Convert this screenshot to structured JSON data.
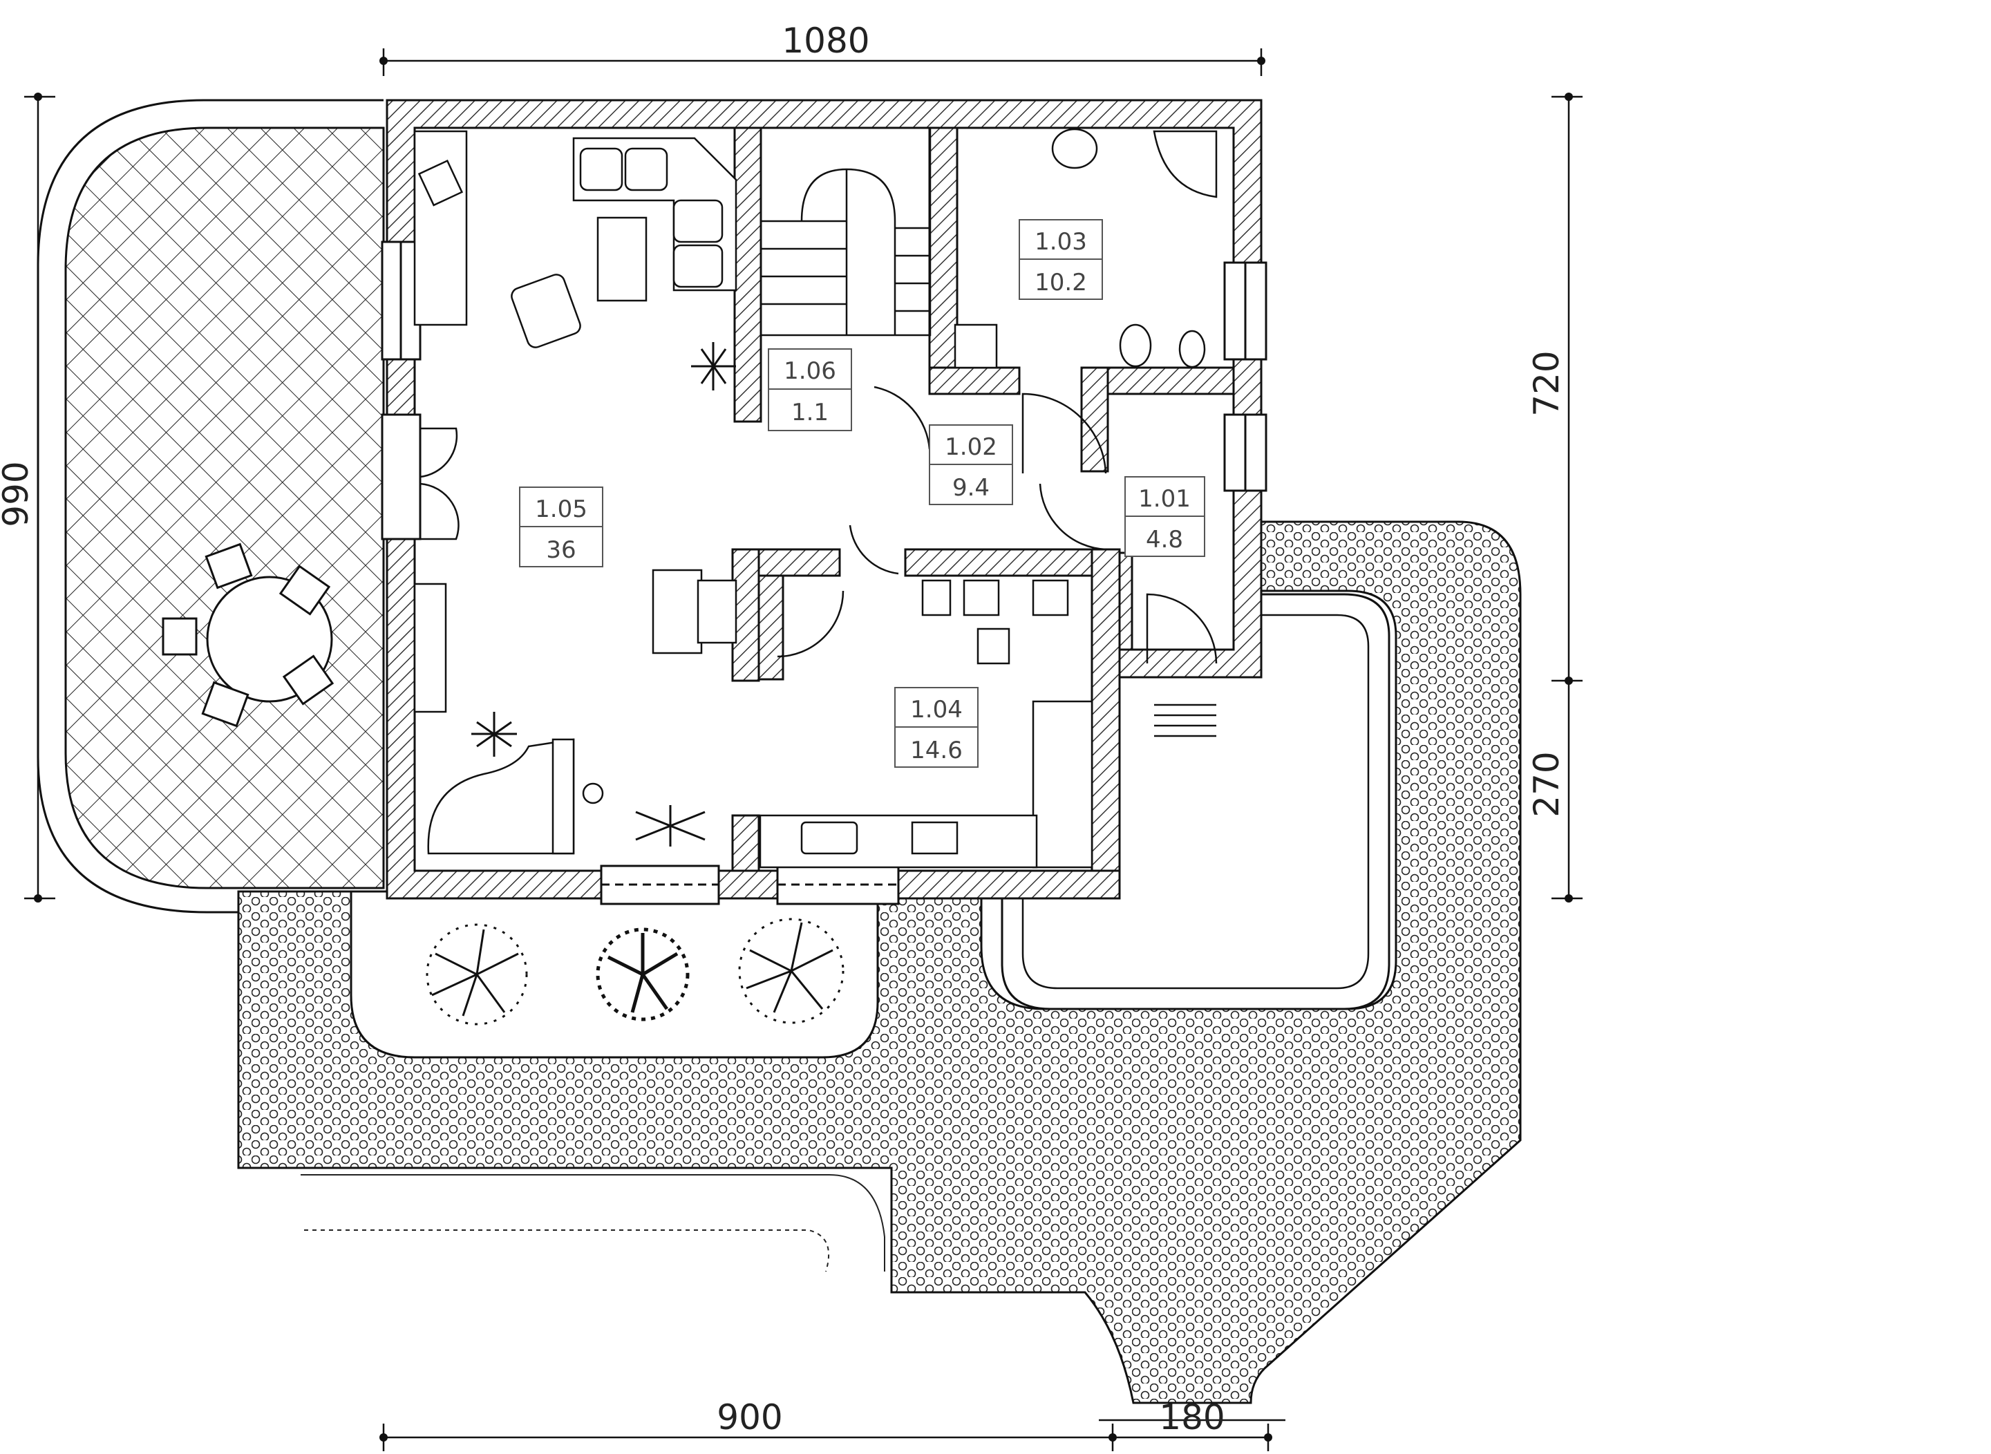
{
  "dimensions": {
    "top": "1080",
    "left": "990",
    "right_upper": "720",
    "right_lower": "270",
    "bottom_left": "900",
    "bottom_right": "180"
  },
  "rooms": [
    {
      "id": "1.01",
      "area": "4.8"
    },
    {
      "id": "1.02",
      "area": "9.4"
    },
    {
      "id": "1.03",
      "area": "10.2"
    },
    {
      "id": "1.04",
      "area": "14.6"
    },
    {
      "id": "1.05",
      "area": "36"
    },
    {
      "id": "1.06",
      "area": "1.1"
    }
  ],
  "colors": {
    "line": "#111111",
    "wall_hatch": "#333333",
    "label_box": "#555555",
    "background": "#ffffff"
  }
}
